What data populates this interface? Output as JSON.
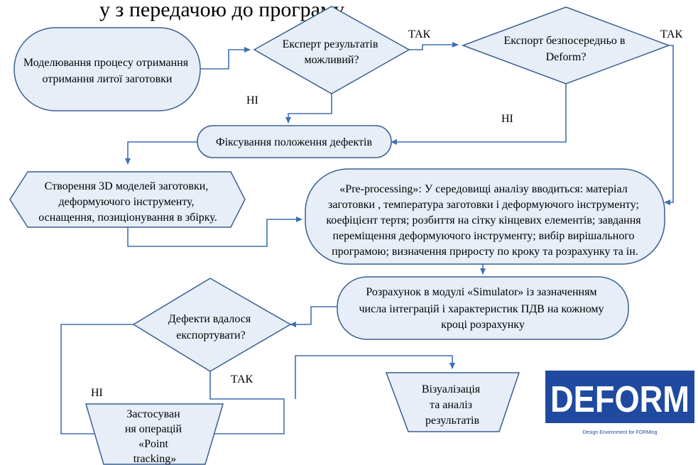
{
  "header": {
    "title": "у з передачою до програму"
  },
  "nodes": {
    "simulation": [
      "Моделювання процесу отримання",
      "отримання литої заготовки"
    ],
    "export_possible": [
      "Експерт результатів",
      "можливий?"
    ],
    "direct_export": [
      "Експорт безпосередньо в",
      "Deform?"
    ],
    "fix_defects": [
      "Фіксування положення дефектів"
    ],
    "create_3d": [
      "Створення 3D моделей заготовки,",
      "деформуючого інструменту,",
      "оснащення, позиціонування в збірку."
    ],
    "preprocessing": [
      "«Pre-processing»: У середовищі аналізу вводиться: матеріал",
      "заготовки , температура заготовки і деформуючого інструменту;",
      "коефіцієнт тертя; розбиття на сітку кінцевих елементів; завдання",
      "переміщення деформуючого інструменту; вибір вирішального",
      "програмою; визначення приросту по кроку та розрахунку та ін."
    ],
    "simulator": [
      "Розрахунок в модулі «Simulator» із зазначенням",
      "числа інтеграцій і характеристик ПДВ на кожному",
      "кроці розрахунку"
    ],
    "defects_exported": [
      "Дефекти вдалося",
      "експортувати?"
    ],
    "visualization": [
      "Візуалізація",
      "та аналіз",
      "результатів"
    ],
    "point_tracking": [
      "Застосуван",
      "ня операцій",
      "«Point",
      "tracking»"
    ]
  },
  "labels": {
    "yes_1": "ТАК",
    "yes_2": "ТАК",
    "no_1": "НІ",
    "no_2": "НІ",
    "yes_3": "ТАК",
    "no_3": "НІ"
  },
  "logo": {
    "wordmark": "DEFORM",
    "tagline": "Design Environment for FORMing",
    "colors": {
      "primary": "#1f4aa0",
      "white": "#ffffff"
    }
  },
  "colors": {
    "node_fill": "#e7eef8",
    "node_stroke": "#3a5f91",
    "flow_line": "#3f6fb4"
  }
}
